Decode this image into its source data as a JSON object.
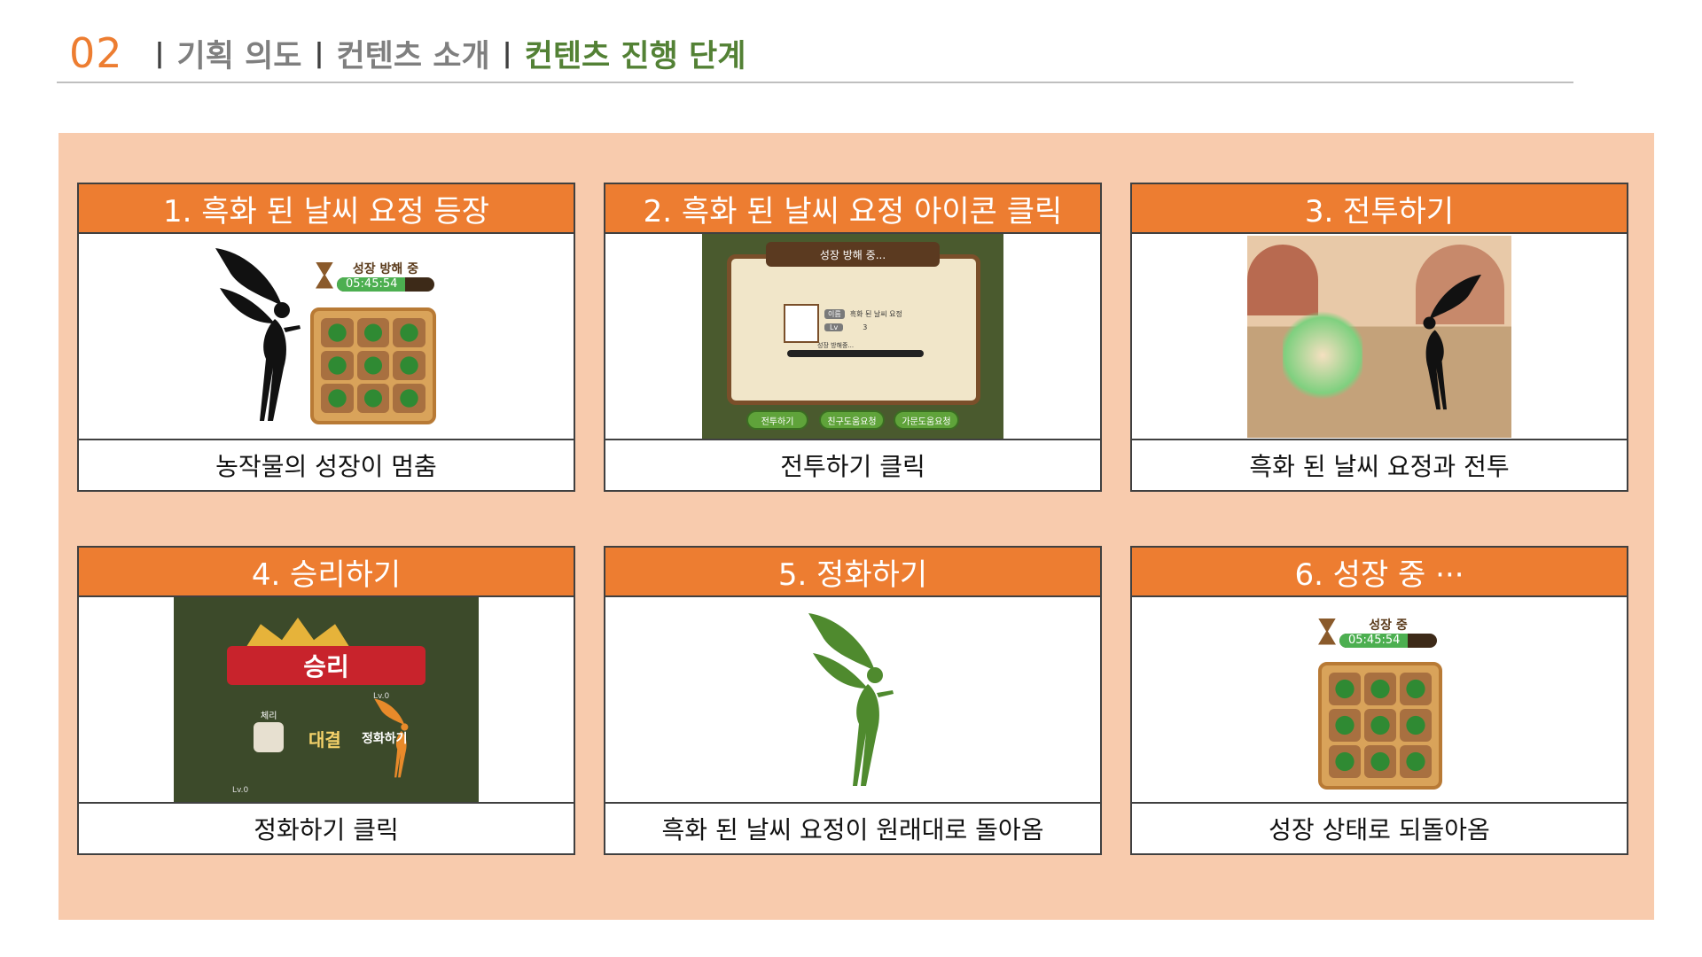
{
  "header": {
    "section_number": "02",
    "crumbs": [
      "기획 의도",
      "컨텐츠 소개",
      "컨텐츠 진행 단계"
    ]
  },
  "colors": {
    "accent": "#ED7D31",
    "active": "#538135",
    "panel": "#F8CBAD"
  },
  "steps": [
    {
      "title": "1. 흑화 된 날씨 요정 등장",
      "caption": "농작물의 성장이 멈춤",
      "status_label": "성장 방해 중",
      "timer": "05:45:54"
    },
    {
      "title": "2. 흑화 된 날씨 요정 아이콘 클릭",
      "caption": "전투하기 클릭",
      "dialog": {
        "title": "성장 방해 중...",
        "name_key": "이름",
        "name_value": "흑화 된 날씨 요정",
        "level_key": "Lv",
        "level_value": "3",
        "status": "성장 방해중...",
        "buttons": [
          "전투하기",
          "친구도움요청",
          "가문도움요청"
        ]
      }
    },
    {
      "title": "3.  전투하기",
      "caption": "흑화 된 날씨 요정과 전투"
    },
    {
      "title": "4. 승리하기",
      "caption": "정화하기 클릭",
      "banner": "승리",
      "player": "체리",
      "vs_label": "대결",
      "action": "정화하기",
      "lv": "Lv.0"
    },
    {
      "title": "5. 정화하기",
      "caption": "흑화 된 날씨 요정이 원래대로 돌아옴"
    },
    {
      "title": "6. 성장 중 ···",
      "caption": "성장 상태로 되돌아옴",
      "status_label": "성장 중",
      "timer": "05:45:54"
    }
  ]
}
